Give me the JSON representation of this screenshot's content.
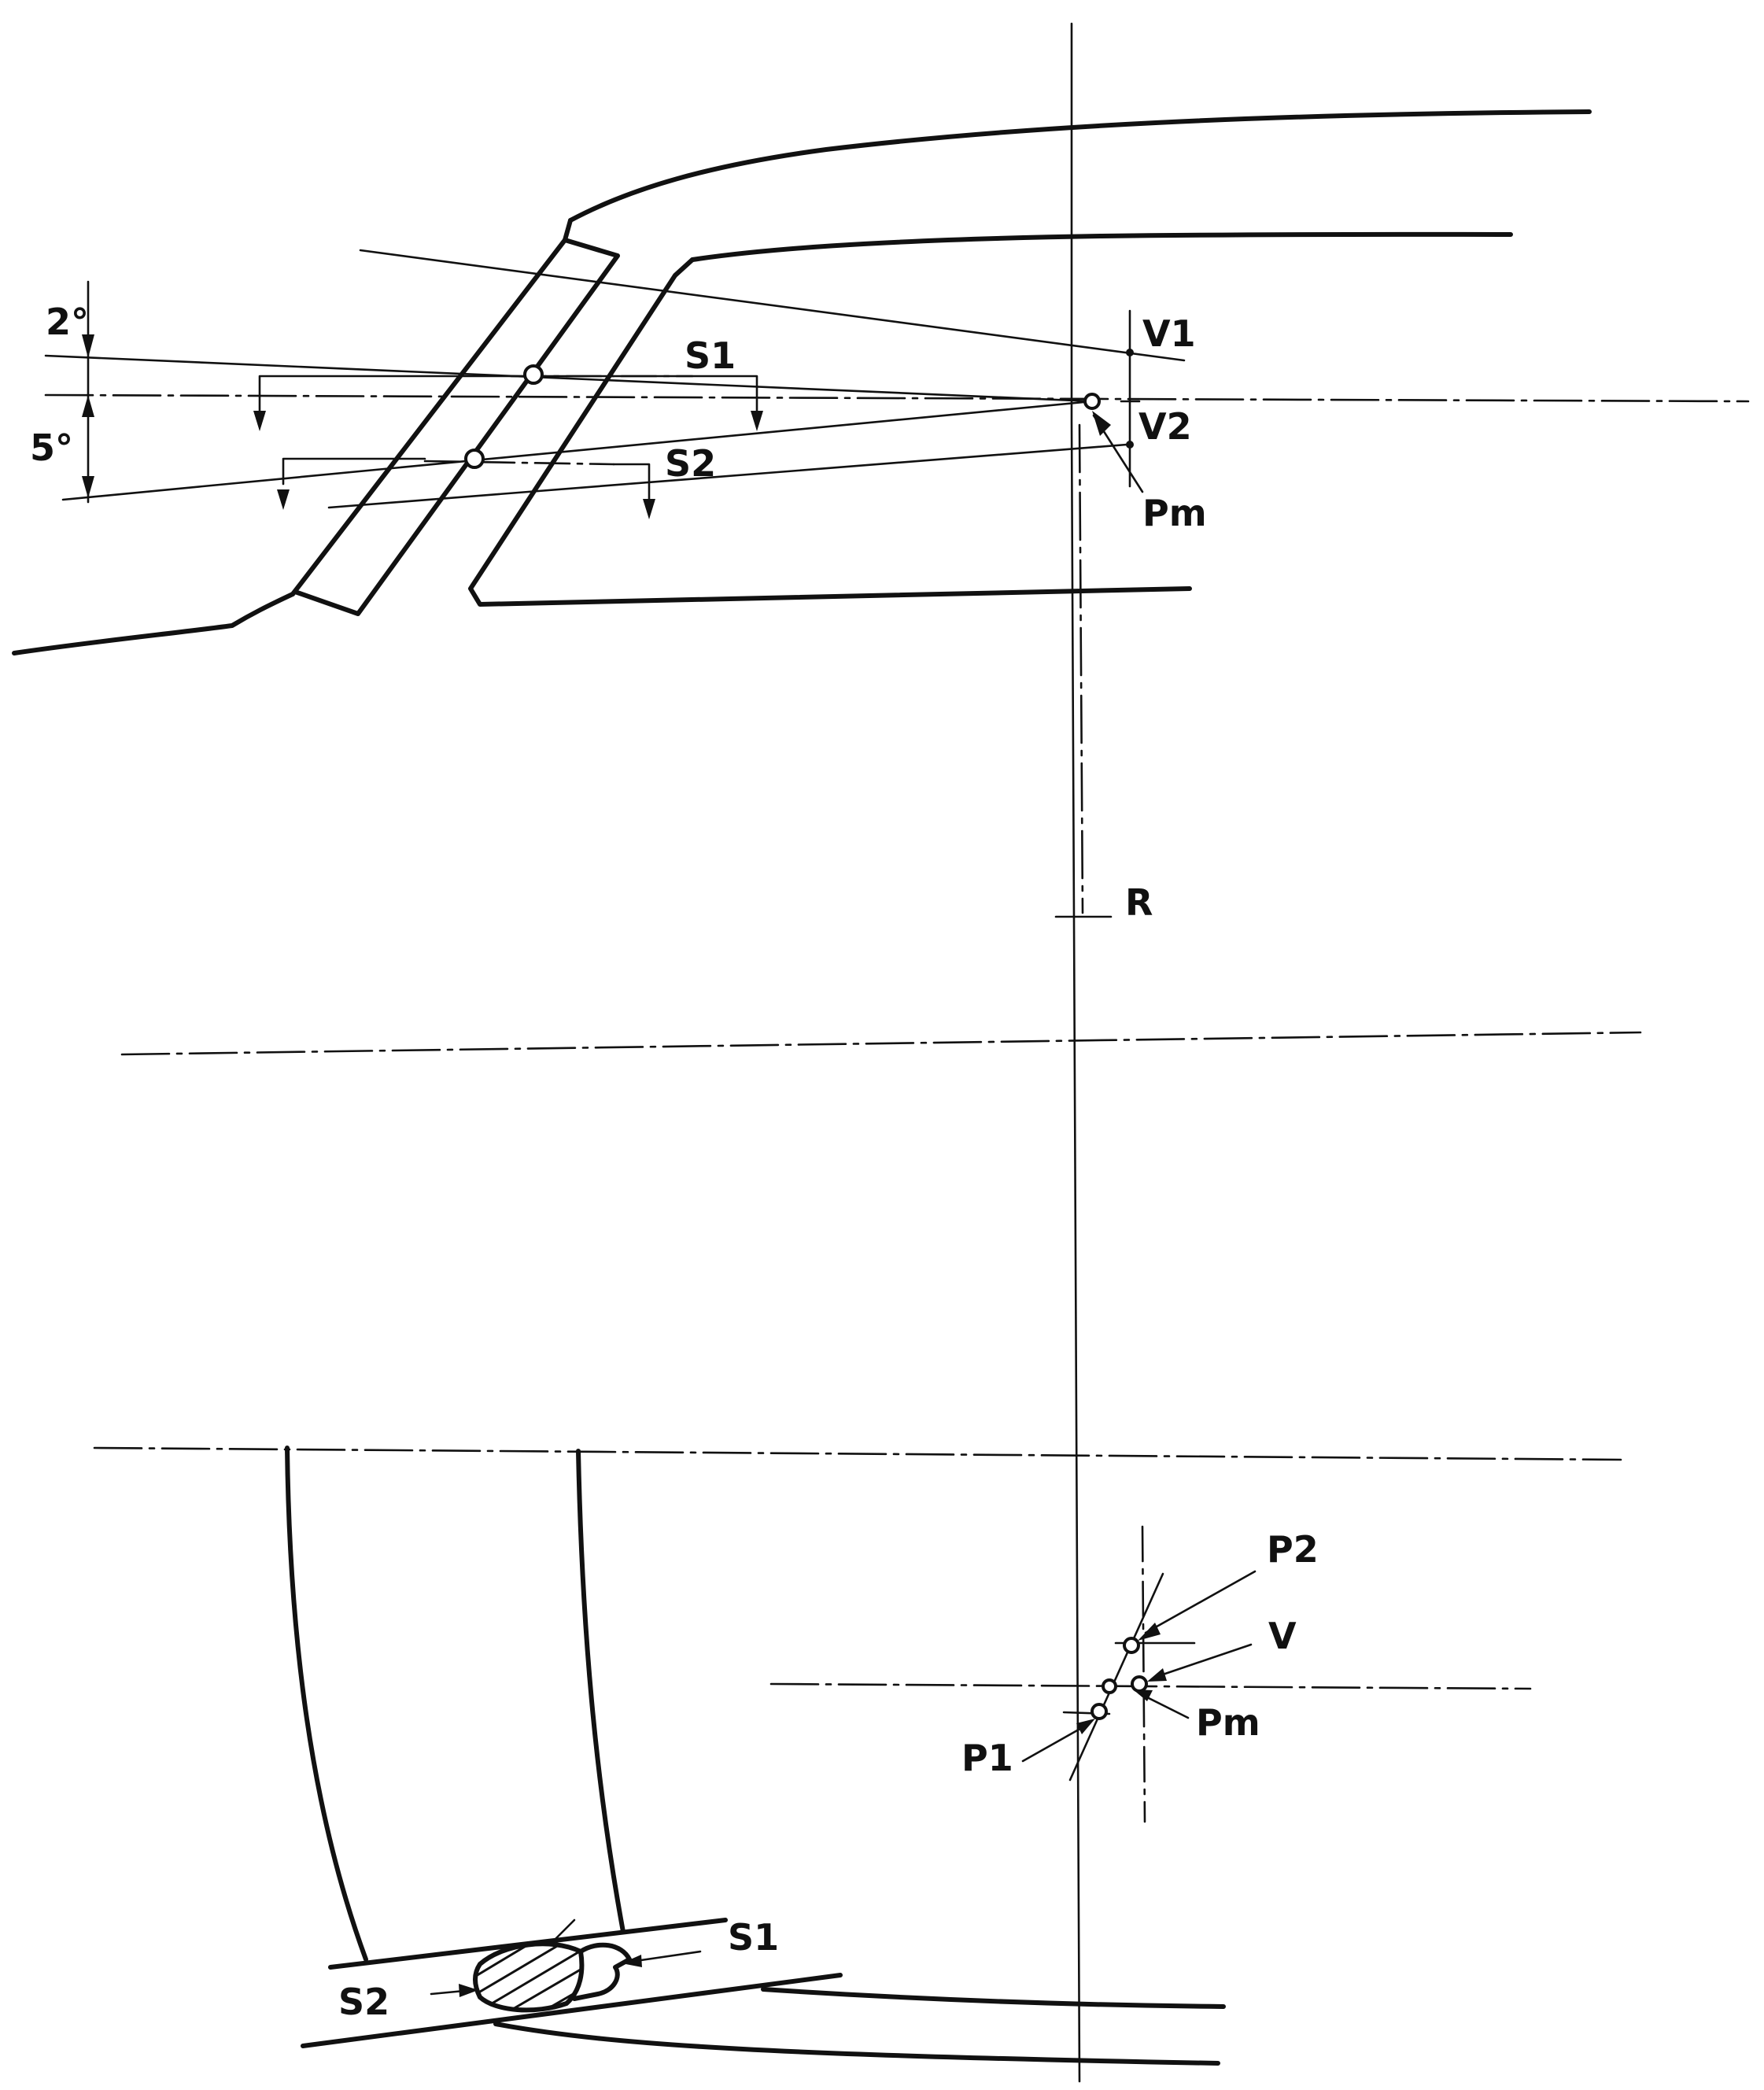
{
  "labels": {
    "angle_upper": "2°",
    "angle_lower": "5°",
    "s1_side": "S1",
    "s2_side": "S2",
    "v1": "V1",
    "v2": "V2",
    "pm_side": "Pm",
    "r": "R",
    "p2": "P2",
    "v": "V",
    "pm_plan": "Pm",
    "p1": "P1",
    "s1_plan": "S1",
    "s2_plan": "S2"
  }
}
